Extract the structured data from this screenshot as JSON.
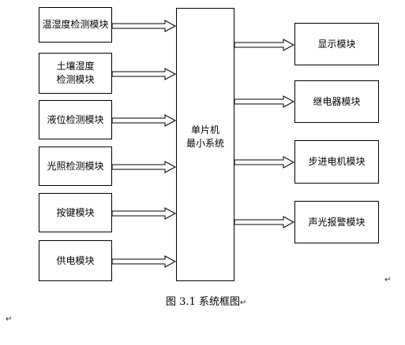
{
  "inputs": [
    {
      "label": "温湿度检测模块"
    },
    {
      "label": "土壤湿度\n检测模块"
    },
    {
      "label": "液位检测模块"
    },
    {
      "label": "光照检测模块"
    },
    {
      "label": "按键模块"
    },
    {
      "label": "供电模块"
    }
  ],
  "mcu": {
    "label": "单片机\n最小系统"
  },
  "outputs": [
    {
      "label": "显示模块"
    },
    {
      "label": "继电器模块"
    },
    {
      "label": "步进电机模块"
    },
    {
      "label": "声光报警模块"
    }
  ],
  "caption": {
    "figure": "图 3.1",
    "title": "系统框图"
  },
  "paragraph_mark": "↵"
}
